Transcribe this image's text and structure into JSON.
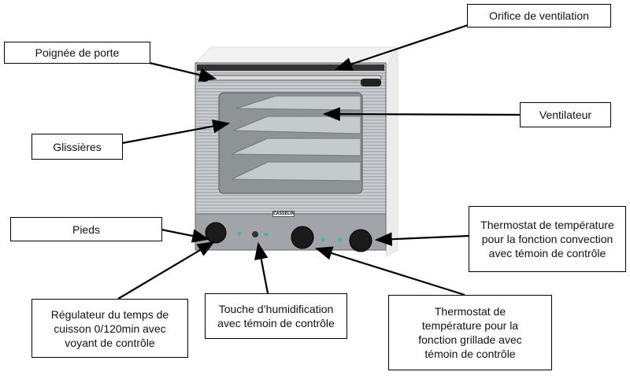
{
  "labels": {
    "orifice": "Orifice de ventilation",
    "poignee": "Poignée de porte",
    "ventilateur": "Ventilateur",
    "glissieres": "Glissières",
    "pieds": "Pieds",
    "thermostat_convection": "Thermostat de température pour la fonction convection avec témoin de contrôle",
    "regulateur": "Régulateur du temps de cuisson 0/120min avec voyant de contrôle",
    "touche_humidification": "Touche d’humidification avec témoin de contrôle",
    "thermostat_grillade": "Thermostat de température pour la fonction grillade avec témoin de contrôle"
  },
  "oven_brand": "CASSELIN",
  "colors": {
    "indicator": "#3fb9a0",
    "panel": "#9a9ea2"
  }
}
